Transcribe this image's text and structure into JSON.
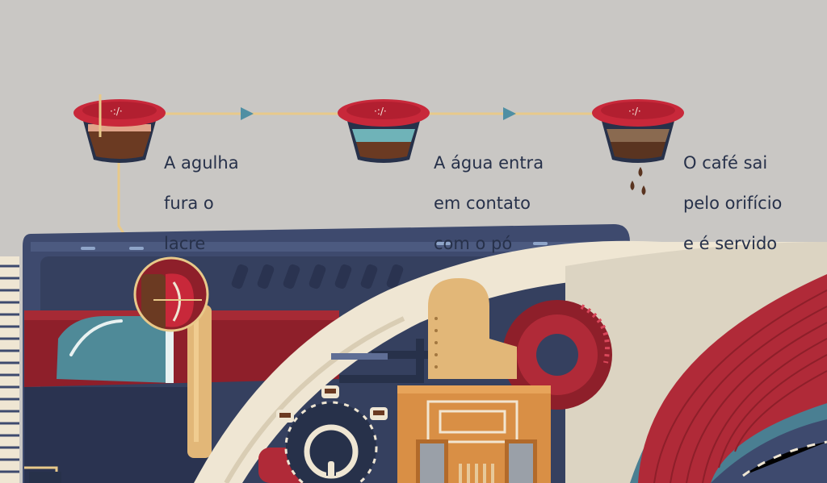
{
  "steps": [
    {
      "lines": [
        "A agulha",
        "fura o",
        "lacre"
      ]
    },
    {
      "lines": [
        "A água entra",
        "em contato",
        "com o pó"
      ]
    },
    {
      "lines": [
        "O café sai",
        "pelo orifício",
        "e é servido"
      ]
    }
  ],
  "colors": {
    "background": "#c9c7c4",
    "text": "#27314a",
    "connector": "#e8c98a",
    "arrow": "#4f8fa3",
    "capsule_lid": "#c8283a",
    "capsule_body": "#27314a",
    "coffee": "#6b3a22",
    "water": "#6fb3b8",
    "machine_blue": "#3e4a6e",
    "machine_red": "#8e1f2a",
    "cream": "#efe6d3",
    "tan": "#e2b778"
  },
  "icons": [
    "needle-icon",
    "capsule-icon",
    "coffee-drops-icon",
    "coffee-cup-icon",
    "power-button-icon"
  ]
}
